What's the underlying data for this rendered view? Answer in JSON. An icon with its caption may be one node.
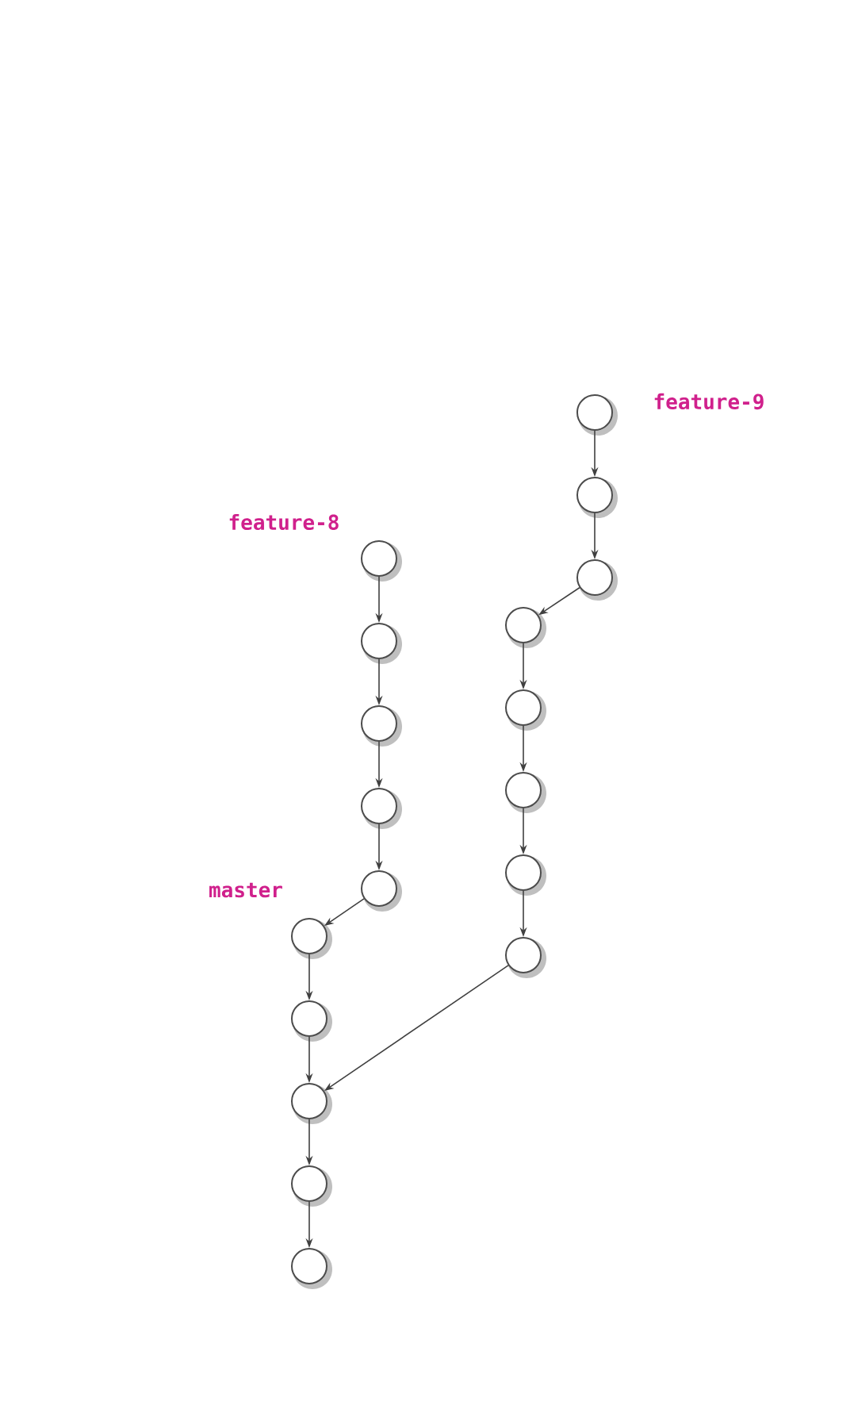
{
  "diagram": {
    "nodes": [
      {
        "text": [],
        "shape": "circle"
      },
      {
        "text": [],
        "shape": "circle"
      },
      {
        "text": [],
        "shape": "circle"
      },
      {
        "text": [],
        "shape": "circle"
      },
      {
        "text": [],
        "shape": "circle"
      },
      {
        "text": [],
        "shape": "circle"
      },
      {
        "text": [],
        "shape": "circle"
      },
      {
        "text": [],
        "shape": "circle"
      },
      {
        "text": [],
        "shape": "circle"
      },
      {
        "text": [],
        "shape": "circle"
      },
      {
        "text": [],
        "shape": "circle"
      },
      {
        "text": [],
        "shape": "circle"
      },
      {
        "text": [],
        "shape": "circle"
      },
      {
        "text": [],
        "shape": "circle"
      },
      {
        "text": [],
        "shape": "circle"
      },
      {
        "text": [],
        "shape": "circle"
      },
      {
        "text": [],
        "shape": "circle"
      },
      {
        "text": [],
        "shape": "circle"
      }
    ],
    "edges": [
      {
        "from": 0,
        "to": 1,
        "arrow": "to"
      },
      {
        "from": 1,
        "to": 3,
        "arrow": "to"
      },
      {
        "from": 3,
        "to": 4,
        "arrow": "to"
      },
      {
        "from": 4,
        "to": 6,
        "arrow": "to"
      },
      {
        "from": 6,
        "to": 8,
        "arrow": "to"
      },
      {
        "from": 8,
        "to": 10,
        "arrow": "to"
      },
      {
        "from": 10,
        "to": 13,
        "arrow": "to"
      },
      {
        "from": 13,
        "to": 15,
        "arrow": "to"
      },
      {
        "from": 2,
        "to": 5,
        "arrow": "to"
      },
      {
        "from": 5,
        "to": 7,
        "arrow": "to"
      },
      {
        "from": 7,
        "to": 9,
        "arrow": "to"
      },
      {
        "from": 9,
        "to": 11,
        "arrow": "to"
      },
      {
        "from": 11,
        "to": 12,
        "arrow": "to"
      },
      {
        "from": 12,
        "to": 14,
        "arrow": "to"
      },
      {
        "from": 14,
        "to": 15,
        "arrow": "to"
      },
      {
        "from": 15,
        "to": 16,
        "arrow": "to"
      },
      {
        "from": 16,
        "to": 17,
        "arrow": "to"
      }
    ],
    "labels": [
      "feature-9",
      "feature-8",
      "master"
    ]
  }
}
